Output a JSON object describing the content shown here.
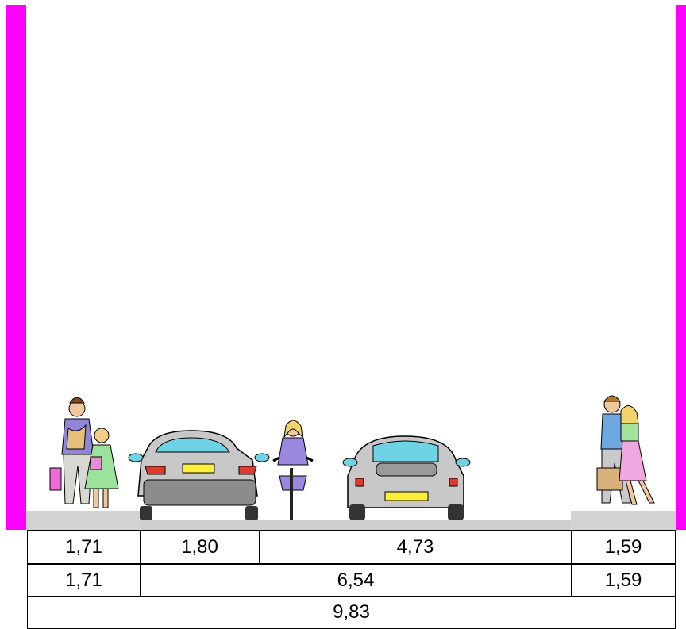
{
  "colors": {
    "building_edge": "#ff00ff",
    "pavement": "#d3d3d3",
    "ground": "#c0c0c0",
    "car_body": "#c8c8c8",
    "car_window": "#6fd3e6",
    "license_plate": "#ffef3a",
    "cyclist_top": "#9b87e0"
  },
  "dimensions": {
    "row1": [
      "1,71",
      "1,80",
      "4,73",
      "1,59"
    ],
    "row2": [
      "1,71",
      "6,54",
      "1,59"
    ],
    "row3": [
      "9,83"
    ]
  },
  "figures": [
    "pedestrians-adult-child-icon",
    "car-rear-sedan-icon",
    "cyclist-icon",
    "car-rear-sports-icon",
    "pedestrians-couple-icon"
  ]
}
